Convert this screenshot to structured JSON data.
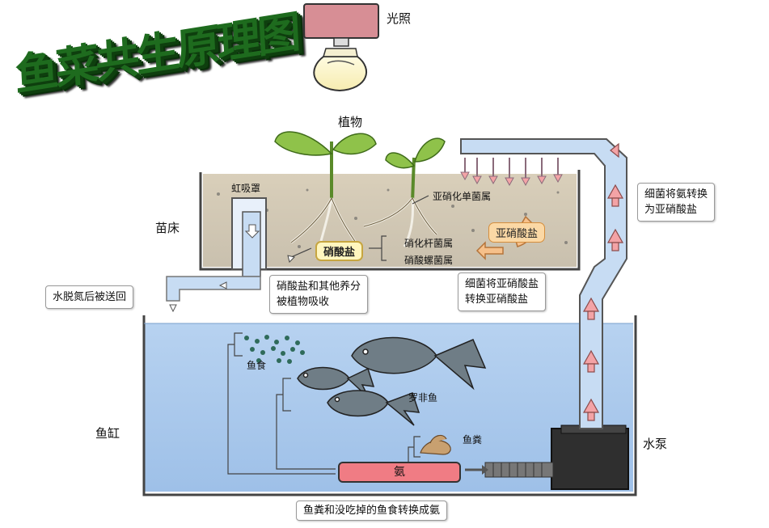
{
  "title": "鱼菜共生原理图",
  "labels": {
    "light": "光照",
    "plants": "植物",
    "siphon": "虹吸罩",
    "grow_bed": "苗床",
    "nitrite_bacteria": "亚硝化单菌属",
    "nitrate": "硝酸盐",
    "nitrobacter": "硝化杆菌属",
    "nitrospira": "硝酸螺菌属",
    "nitrite": "亚硝酸盐",
    "fish_food": "鱼食",
    "tilapia": "罗非鱼",
    "fish_tank": "鱼缸",
    "fish_waste": "鱼粪",
    "ammonia": "氨",
    "pump": "水泵"
  },
  "notes": {
    "return_water": "水脱氮后被送回",
    "absorbed": [
      "硝酸盐和其他养分",
      "被植物吸收"
    ],
    "bacteria_nitrite_to_nitrate": [
      "细菌将亚硝酸盐",
      "转换亚硝酸盐"
    ],
    "bacteria_ammonia_to_nitrite": [
      "细菌将氨转换",
      "为亚硝酸盐"
    ],
    "waste_to_ammonia": "鱼粪和没吃掉的鱼食转换成氨"
  },
  "colors": {
    "title_green": "#1e6b1e",
    "water": "#a9c8ec",
    "pipe": "#c7dcf3",
    "arrow": "#f3a3a6",
    "ammonia": "#f07c84",
    "nitrate": "#fff6bf",
    "nitrite": "#fbd8a5",
    "soil": "#e0d8c6"
  }
}
